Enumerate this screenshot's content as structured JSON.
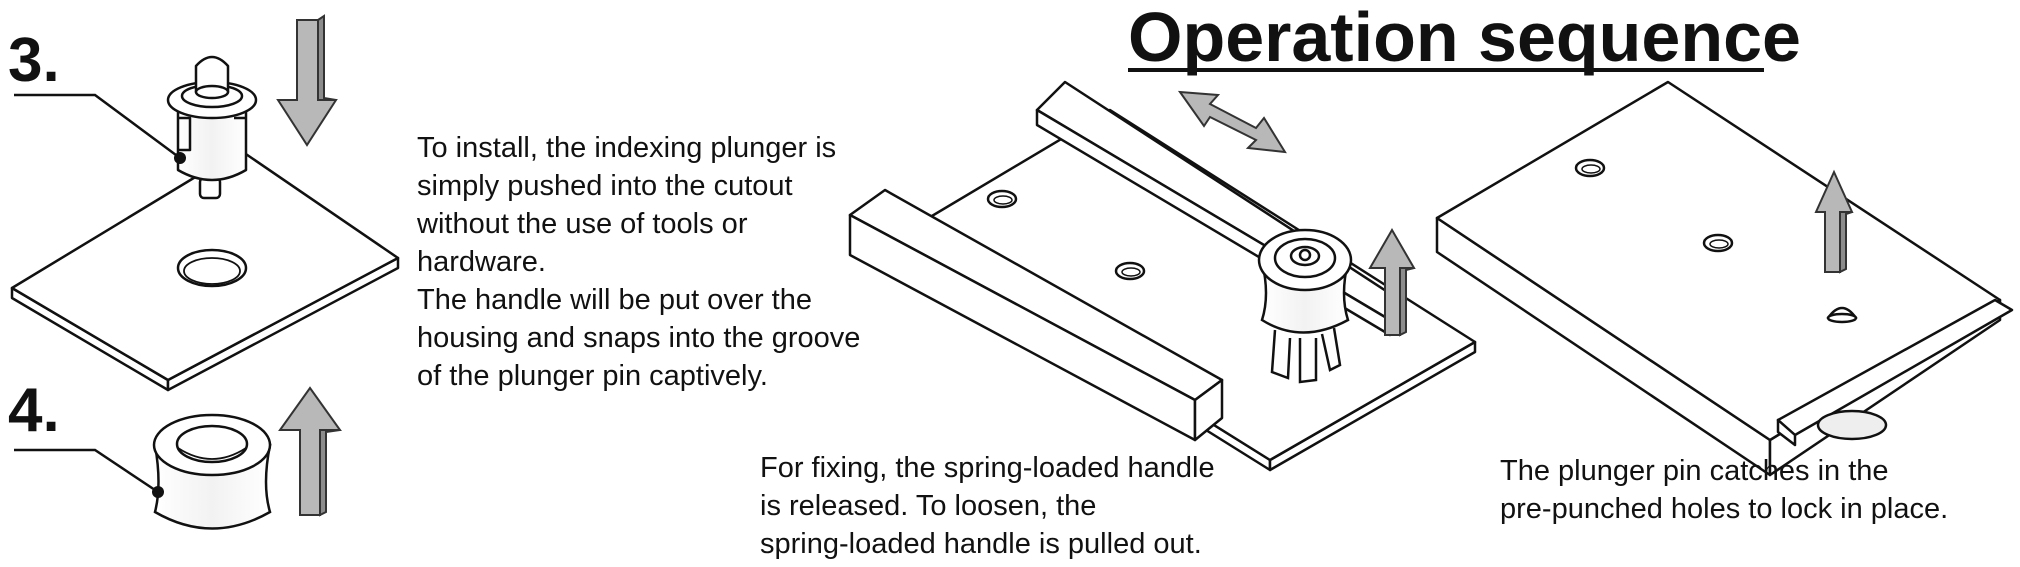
{
  "title": "Operation sequence",
  "steps": [
    {
      "number": "3."
    },
    {
      "number": "4."
    }
  ],
  "descriptions": {
    "install": "To install, the indexing plunger is\nsimply pushed into the cutout\nwithout the use of tools or\nhardware.\nThe handle will be put over the\nhousing and snaps into the groove\nof the plunger pin captively.",
    "fixing": "For fixing, the spring-loaded handle\nis released. To loosen, the\nspring-loaded handle is pulled out.",
    "lock": "The plunger pin catches in the\npre-punched holes to lock in place."
  },
  "colors": {
    "line": "#111111",
    "arrow_fill": "#b8b8b8",
    "arrow_stroke": "#333333",
    "background": "#ffffff"
  }
}
